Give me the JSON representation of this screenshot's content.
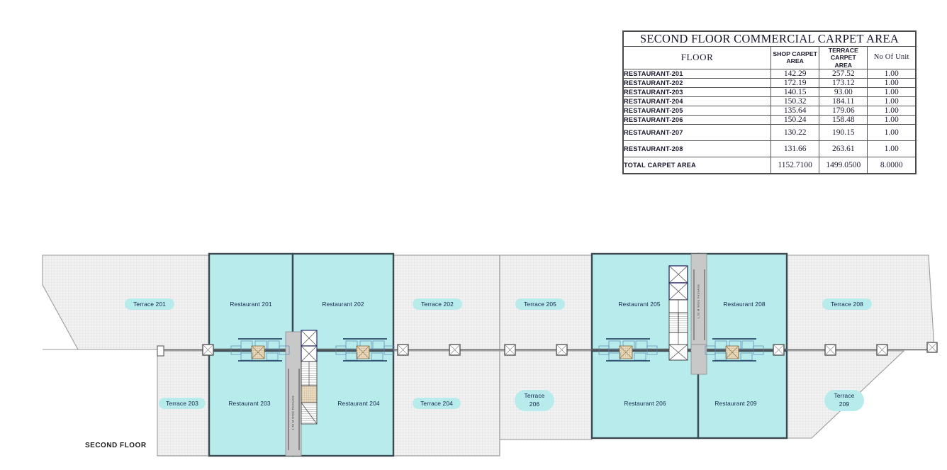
{
  "table": {
    "title": "SECOND FLOOR COMMERCIAL CARPET AREA",
    "headers": {
      "floor": "FLOOR",
      "shop": "SHOP CARPET AREA",
      "shop_l1": "SHOP CARPET",
      "shop_l2": "AREA",
      "terrace_l1": "TERRACE",
      "terrace_l2": "CARPET",
      "terrace_l3": "AREA",
      "units": "No Of Unit"
    },
    "rows": [
      {
        "floor": "RESTAURANT-201",
        "shop": "142.29",
        "terrace": "257.52",
        "units": "1.00"
      },
      {
        "floor": "RESTAURANT-202",
        "shop": "172.19",
        "terrace": "173.12",
        "units": "1.00"
      },
      {
        "floor": "RESTAURANT-203",
        "shop": "140.15",
        "terrace": "93.00",
        "units": "1.00"
      },
      {
        "floor": "RESTAURANT-204",
        "shop": "150.32",
        "terrace": "184.11",
        "units": "1.00"
      },
      {
        "floor": "RESTAURANT-205",
        "shop": "135.64",
        "terrace": "179.06",
        "units": "1.00"
      },
      {
        "floor": "RESTAURANT-206",
        "shop": "150.24",
        "terrace": "158.48",
        "units": "1.00"
      },
      {
        "floor": "RESTAURANT-207",
        "shop": "130.22",
        "terrace": "190.15",
        "units": "1.00"
      },
      {
        "floor": "RESTAURANT-208",
        "shop": "131.66",
        "terrace": "263.61",
        "units": "1.00"
      }
    ],
    "total": {
      "floor": "TOTAL CARPET AREA",
      "shop": "1152.7100",
      "terrace": "1499.0500",
      "units": "8.0000"
    }
  },
  "plan": {
    "floor_label": "SECOND FLOOR",
    "passage_label": "1.50 M WIDE PASSAGE",
    "colors": {
      "unit_fill": "#b8ecec",
      "terrace_fill": "#f2f2f2",
      "terrace_grid": "#dcdcdc",
      "wall": "#3b4a52",
      "core_fill": "#c8c8c8",
      "label_text": "#11234a"
    },
    "spaces": {
      "upper": [
        {
          "name": "Terrace 201",
          "type": "terrace"
        },
        {
          "name": "Restaurant 201",
          "type": "unit"
        },
        {
          "name": "Restaurant 202",
          "type": "unit"
        },
        {
          "name": "Terrace 202",
          "type": "terrace"
        },
        {
          "name": "Terrace 205",
          "type": "terrace"
        },
        {
          "name": "Restaurant 205",
          "type": "unit"
        },
        {
          "name": "Restaurant 208",
          "type": "unit"
        },
        {
          "name": "Terrace 208",
          "type": "terrace"
        }
      ],
      "lower": [
        {
          "name": "Terrace 203",
          "type": "terrace"
        },
        {
          "name": "Restaurant 203",
          "type": "unit"
        },
        {
          "name": "Restaurant 204",
          "type": "unit"
        },
        {
          "name": "Terrace 204",
          "type": "terrace"
        },
        {
          "name": "Terrace 206",
          "type": "terrace",
          "line1": "Terrace",
          "line2": "206"
        },
        {
          "name": "Restaurant 206",
          "type": "unit"
        },
        {
          "name": "Restaurant 209",
          "type": "unit"
        },
        {
          "name": "Terrace 209",
          "type": "terrace",
          "line1": "Terrace",
          "line2": "209"
        }
      ]
    }
  }
}
